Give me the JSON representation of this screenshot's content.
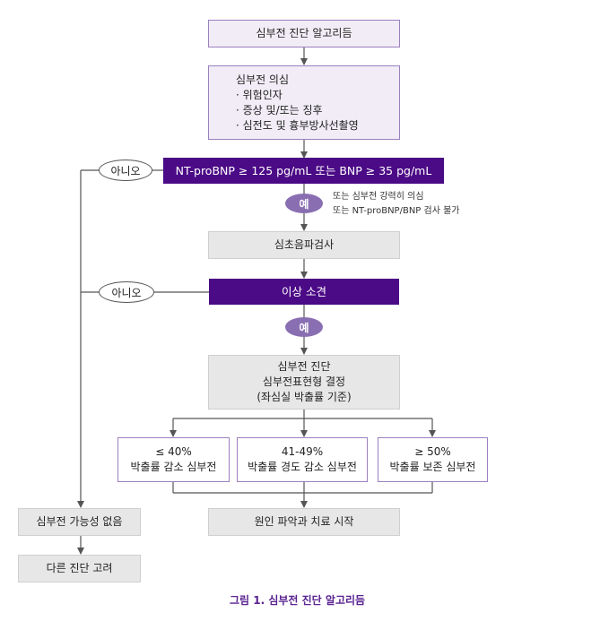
{
  "title_box": "심부전 진단 알고리듬",
  "suspicion": {
    "heading": "심부전 의심",
    "items": [
      "· 위험인자",
      "· 증상 및/또는 징후",
      "· 심전도 및 흉부방사선촬영"
    ]
  },
  "bnp_test": "NT-proBNP ≥ 125 pg/mL 또는 BNP ≥ 35 pg/mL",
  "no_label_1": "아니오",
  "yes_label_1": "예",
  "note_lines": [
    "또는 심부전 강력히 의심",
    "또는 NT-proBNP/BNP 검사 불가"
  ],
  "echo": "심초음파검사",
  "abnormal": "이상 소견",
  "no_label_2": "아니오",
  "yes_label_2": "예",
  "diagnosis": [
    "심부전 진단",
    "심부전표현형 결정",
    "(좌심실 박출률 기준)"
  ],
  "phenotypes": [
    {
      "range": "≤ 40%",
      "name": "박출률 감소 심부전"
    },
    {
      "range": "41-49%",
      "name": "박출률 경도 감소 심부전"
    },
    {
      "range": "≥ 50%",
      "name": "박출률 보존 심부전"
    }
  ],
  "unlikely": "심부전 가능성 없음",
  "other_dx": "다른 진단 고려",
  "cause_treat": "원인 파악과 치료 시작",
  "caption": "그림 1. 심부전 진단 알고리듬"
}
